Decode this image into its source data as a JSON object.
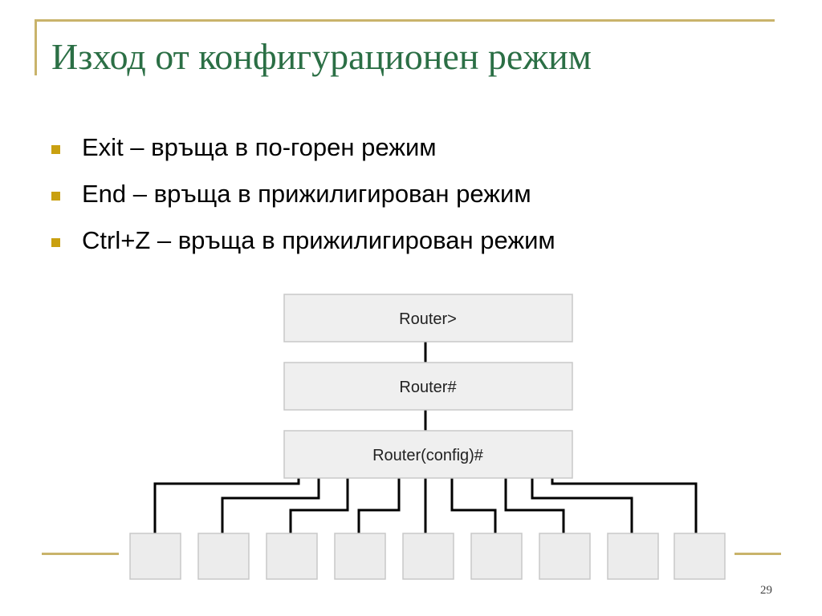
{
  "slide": {
    "title": "Изход от конфигурационен режим",
    "bullets": [
      "Exit – връща в по-горен режим",
      "End – връща в прижилигирован режим",
      "Ctrl+Z – връща в прижилигирован режим"
    ],
    "page_number": "29"
  },
  "diagram": {
    "modes": [
      "Router>",
      "Router#",
      "Router(config)#"
    ],
    "submode_count": 9
  },
  "colors": {
    "title": "#2b6f45",
    "accent_line": "#c9b36b",
    "bullet": "#c9a010",
    "box_fill": "#efefef",
    "box_border": "#c8c8c8"
  }
}
